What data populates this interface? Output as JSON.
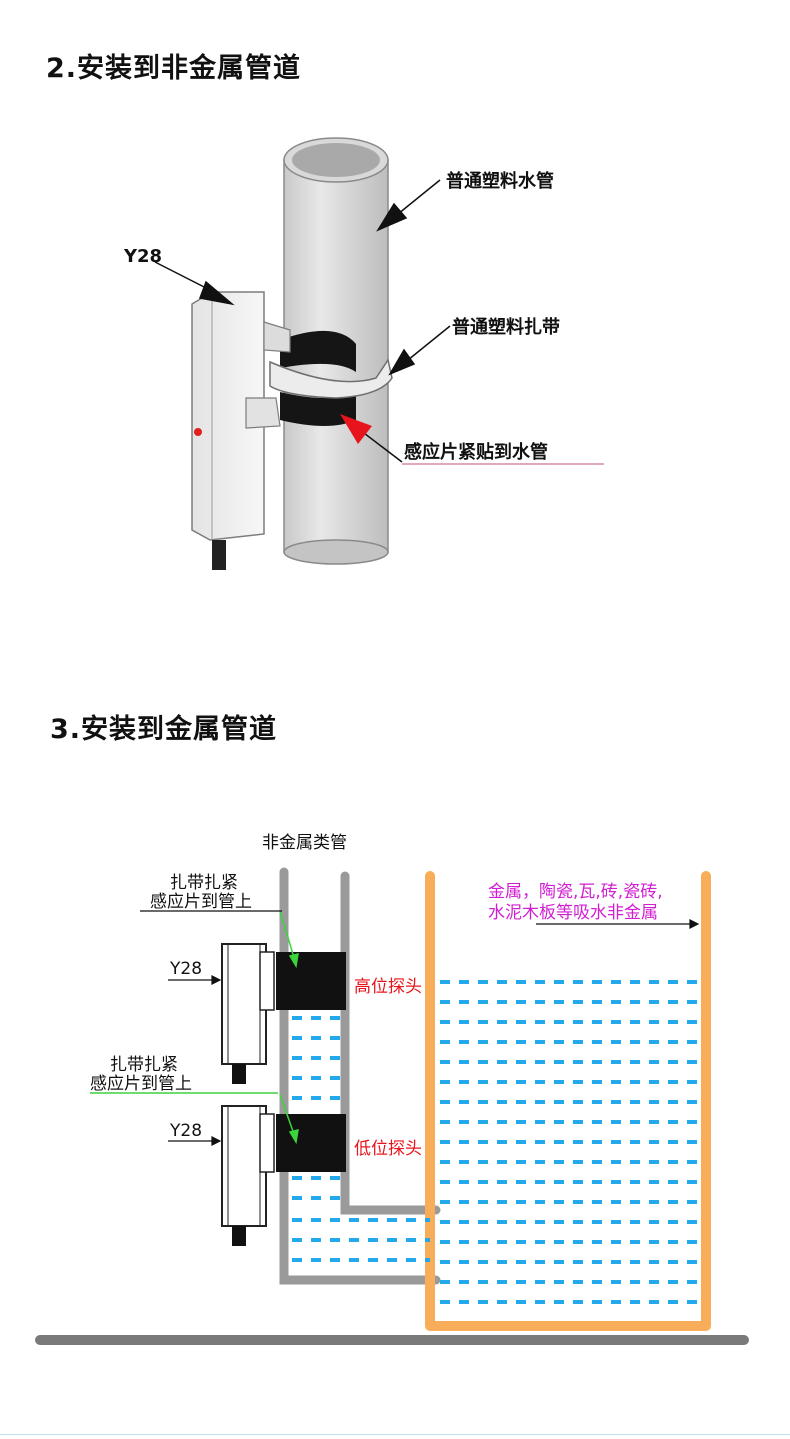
{
  "section2": {
    "title": "2.安装到非金属管道",
    "labels": {
      "pipe": "普通塑料水管",
      "device": "Y28",
      "strap": "普通塑料扎带",
      "sensor": "感应片紧贴到水管"
    }
  },
  "section3": {
    "title": "3.安装到金属管道",
    "labels": {
      "nonmetal_pipe": "非金属类管",
      "strap_top_line1": "扎带扎紧",
      "strap_top_line2": "感应片到管上",
      "device_top": "Y28",
      "high_probe": "高位探头",
      "strap_bottom_line1": "扎带扎紧",
      "strap_bottom_line2": "感应片到管上",
      "device_bottom": "Y28",
      "low_probe": "低位探头",
      "materials_line1": "金属，陶瓷,瓦,砖,瓷砖,",
      "materials_line2": "水泥木板等吸水非金属"
    },
    "colors": {
      "probe_label": "#e8141c",
      "materials_label": "#d21ed2",
      "pointer_green": "#3bd43b",
      "container": "#f8ad5a",
      "water": "#21a9ec",
      "pipe_gray": "#9a9a9a"
    }
  }
}
